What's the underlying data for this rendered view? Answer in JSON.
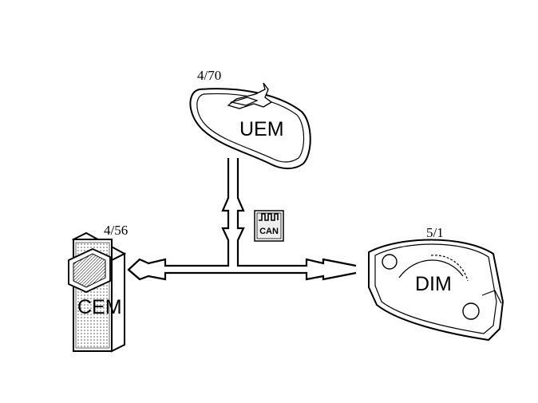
{
  "modules": {
    "uem": {
      "label": "UEM",
      "ref": "4/70"
    },
    "cem": {
      "label": "CEM",
      "ref": "4/56"
    },
    "dim": {
      "label": "DIM",
      "ref": "5/1"
    }
  },
  "bus": {
    "label": "CAN"
  },
  "colors": {
    "line": "#000000",
    "background": "#ffffff"
  }
}
